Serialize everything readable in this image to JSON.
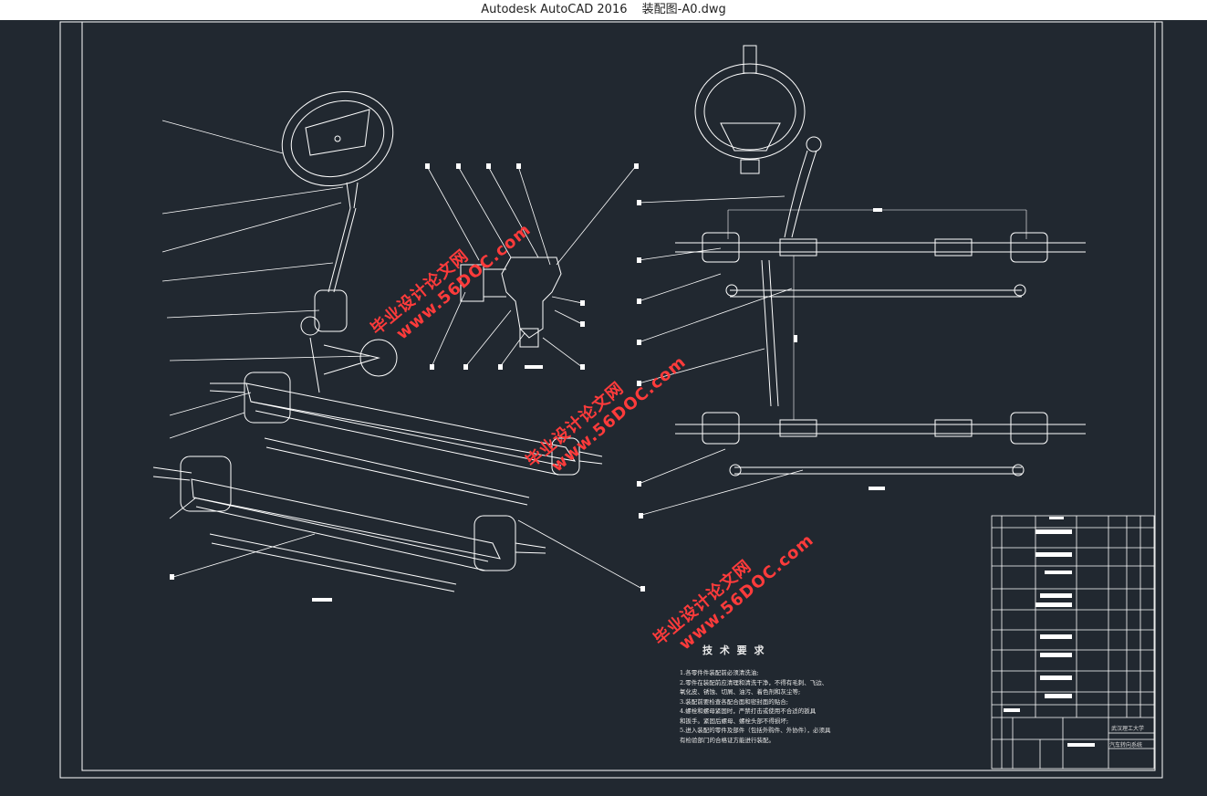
{
  "window": {
    "app_title": "Autodesk AutoCAD 2016",
    "file_name": "装配图-A0.dwg"
  },
  "watermarks": [
    {
      "line1": "毕业设计论文网",
      "line2": "www.56DOC.com"
    },
    {
      "line1": "毕业设计论文网",
      "line2": "www.56DOC.com"
    },
    {
      "line1": "毕业设计论文网",
      "line2": "www.56DOC.com"
    }
  ],
  "tech_requirements": {
    "heading": "技 术 要 求",
    "lines": [
      "1.各零件件装配前必须清洗油;",
      "2.零件在装配前应清理和清洗干净，不得有毛刺、飞边、",
      "   氧化皮、锈蚀、切屑、油污、着色剂和灰尘等;",
      "3.装配前要检查各配合面和密封面的贴合;",
      "4.螺栓和螺母紧固时，严禁打击或使用不合适的扳具",
      "   和扳手。紧固后螺母、螺栓头部不得损坏;",
      "5.进入装配的零件及部件（包括外购件、外协件），必须具",
      "   有检验部门的合格证方能进行装配。"
    ]
  },
  "title_block": {
    "school": "武汉理工大学",
    "drawing_name": "汽车转向系统"
  },
  "colors": {
    "background": "#212830",
    "lines": "#ffffff",
    "watermark": "#ff3b3b"
  }
}
